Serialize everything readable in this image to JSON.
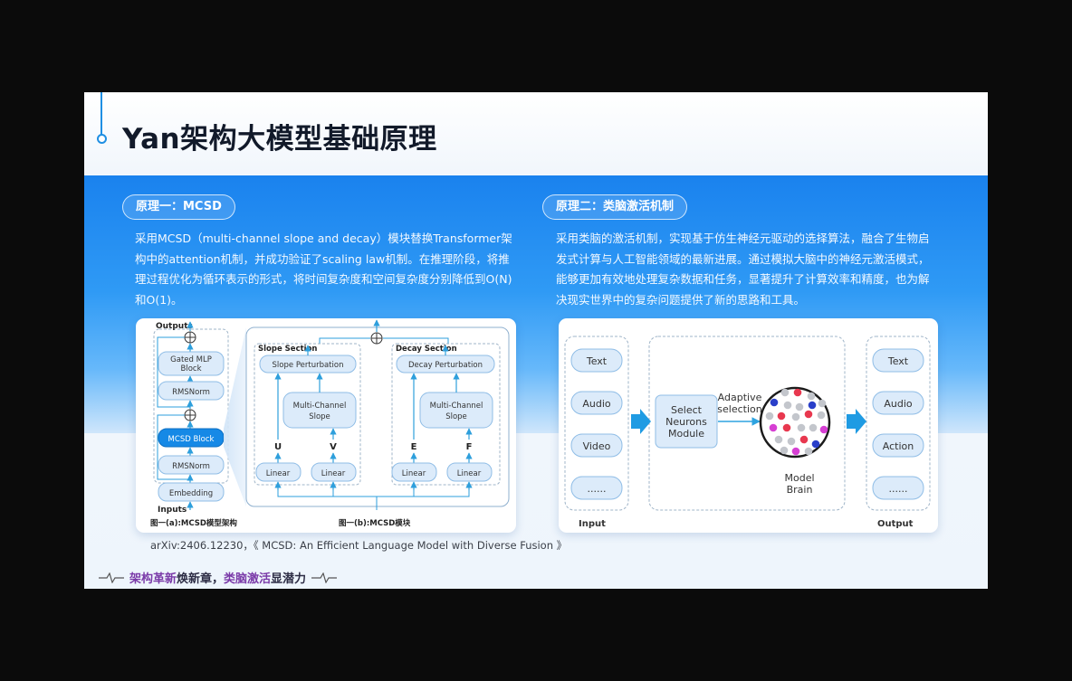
{
  "slide": {
    "title": "Yan架构大模型基础原理",
    "left_section": {
      "tag": "原理一：MCSD",
      "paragraph": "采用MCSD（multi-channel slope and decay）模块替换Transformer架构中的attention机制，并成功验证了scaling law机制。在推理阶段，将推理过程优化为循环表示的形式，将时间复杂度和空间复杂度分别降低到O(N)和O(1)。"
    },
    "right_section": {
      "tag": "原理二：类脑激活机制",
      "paragraph": "采用类脑的激活机制，实现基于仿生神经元驱动的选择算法，融合了生物启发式计算与人工智能领域的最新进展。通过模拟大脑中的神经元激活模式，能够更加有效地处理复杂数据和任务，显著提升了计算效率和精度，也为解决现实世界中的复杂问题提供了新的思路和工具。"
    },
    "diagram_a": {
      "outputs": "Outputs",
      "inputs": "Inputs",
      "gated_mlp_1": "Gated MLP",
      "gated_mlp_2": "Block",
      "rmsnorm_top": "RMSNorm",
      "mcsd_block": "MCSD Block",
      "rmsnorm_bottom": "RMSNorm",
      "embedding": "Embedding",
      "caption": "图一(a):MCSD模型架构"
    },
    "diagram_b": {
      "slope_section": "Slope Section",
      "decay_section": "Decay Section",
      "slope_perturbation": "Slope Perturbation",
      "decay_perturbation": "Decay Perturbation",
      "multi_channel_1": "Multi-Channel",
      "multi_channel_2": "Slope",
      "u": "U",
      "v": "V",
      "e": "E",
      "f": "F",
      "linear": "Linear",
      "caption": "图一(b):MCSD模块"
    },
    "brain_diagram": {
      "inputs": [
        "Text",
        "Audio",
        "Video",
        "......"
      ],
      "outputs": [
        "Text",
        "Audio",
        "Action",
        "......"
      ],
      "input_label": "Input",
      "output_label": "Output",
      "select_1": "Select",
      "select_2": "Neurons",
      "select_3": "Module",
      "adaptive_1": "Adaptive",
      "adaptive_2": "selection",
      "model_1": "Model",
      "model_2": "Brain"
    },
    "citation": "arXiv:2406.12230，《 MCSD: An Efficient Language Model with Diverse Fusion 》",
    "footer": {
      "part1": "架构革新",
      "part2": "焕新章，",
      "part3": "类脑激活",
      "part4": "显潜力"
    },
    "colors": {
      "accent": "#1f8fe3",
      "band_top": "#1a82ee",
      "node_fill": "#dcebfa",
      "mcsd_block": "#1689e6",
      "neuron_red": "#e8384f",
      "neuron_blue": "#2a3fc9",
      "neuron_pink": "#d63fd3",
      "neuron_grey": "#c3c6cc"
    }
  }
}
